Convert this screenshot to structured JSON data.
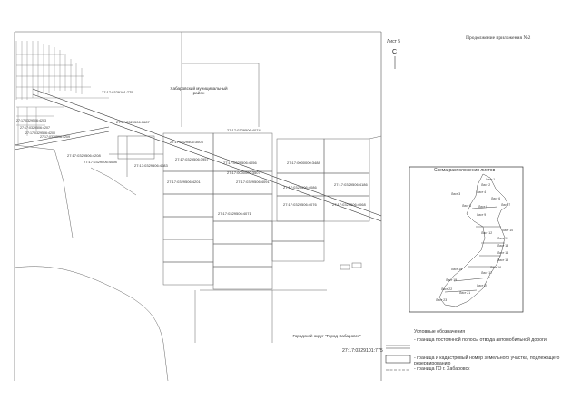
{
  "header": {
    "appendix": "Продолжение приложения №2",
    "sheet": "Лист 5",
    "north": "С"
  },
  "areas": {
    "khab_district": "Хабаровский муниципальный район",
    "city_district": "Городской округ \"Город Хабаровск\""
  },
  "parcels": {
    "p01": "27:17:0329101:775",
    "p02": "27:17:0329506:4074",
    "p03": "27:17:0329506:0687",
    "p04": "27:17:0329506:4056",
    "p05": "27:17:0000000:3507",
    "p06": "27:17:0329506:4091",
    "p07": "27:17:0329506:4186",
    "p08": "27:17:0329506:4086",
    "p09": "27:17:0329506:4076",
    "p10": "27:17:0329506:4071",
    "p11": "27:17:0329506:4208",
    "p12": "27:17:0329506:4201",
    "p13": "27:17:0329506:4200",
    "p14": "27:17:0329506:4203",
    "p15": "27:17:0329506:4207",
    "p16": "27:17:0329506:4209",
    "p17": "27:17:0329506:4083",
    "p18": "27:17:0329506:3003",
    "p19": "27:17:0329506:4098",
    "p20": "27:17:0329506:3957",
    "p21": "27:17:0329506:4068",
    "p22": "27:17:0000000:3488"
  },
  "legend": {
    "title": "Условные обозначения",
    "item1": "- граница постоянной полосы отвода автомобильной дороги",
    "item2": "- граница и кадастровый номер земельного участка, подлежащего резервированию",
    "item3": "- граница ГО г. Хабаровск",
    "sample_number": "27:17:0329101:775"
  },
  "inset": {
    "title": "Схема расположения листов",
    "sheets": [
      "Лист 1",
      "Лист 2",
      "Лист 3",
      "Лист 4",
      "Лист 5",
      "Лист 6",
      "Лист 7",
      "Лист 8",
      "Лист 9",
      "Лист 10",
      "Лист 11",
      "Лист 12",
      "Лист 13",
      "Лист 14",
      "Лист 15",
      "Лист 16",
      "Лист 17",
      "Лист 18",
      "Лист 19",
      "Лист 20",
      "Лист 21",
      "Лист 22",
      "Лист 23"
    ]
  }
}
